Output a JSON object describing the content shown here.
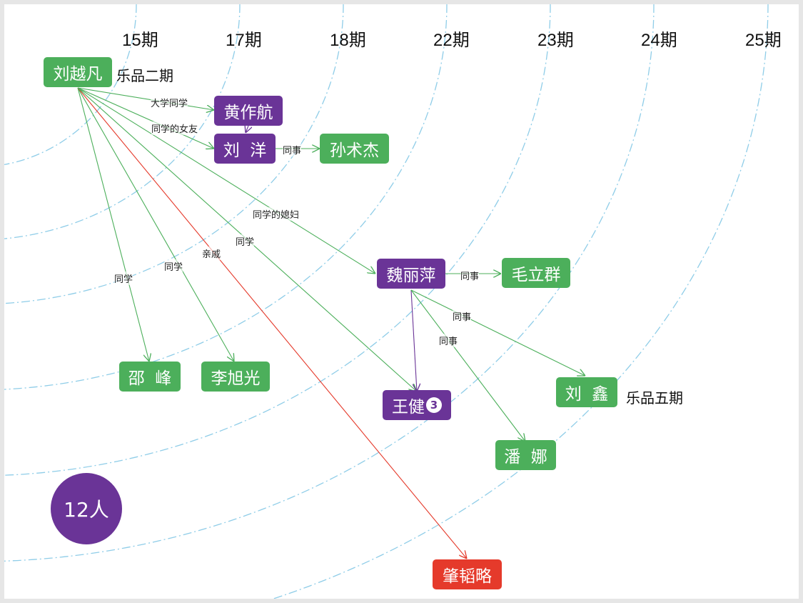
{
  "periods": [
    "15期",
    "17期",
    "18期",
    "22期",
    "23期",
    "24期",
    "25期"
  ],
  "nodes": {
    "liuyuefan": {
      "label": "刘越凡",
      "note": "乐品二期"
    },
    "huangzuohang": {
      "label": "黄作航"
    },
    "liuyang": {
      "label": "刘  洋"
    },
    "sunshujie": {
      "label": "孙术杰"
    },
    "weiliping": {
      "label": "魏丽萍"
    },
    "maoliqun": {
      "label": "毛立群"
    },
    "shaofeng": {
      "label": "邵  峰"
    },
    "lixuguang": {
      "label": "李旭光"
    },
    "wangjian": {
      "label": "王健",
      "badge": "3"
    },
    "liuxin": {
      "label": "刘  鑫",
      "note": "乐品五期"
    },
    "panna": {
      "label": "潘  娜"
    },
    "zhaotaolue": {
      "label": "肇韬略"
    }
  },
  "edges": {
    "e1": "大学同学",
    "e2": "同学的女友",
    "e3": "同事",
    "e4": "同学的媳妇",
    "e5": "同学",
    "e6": "亲戚",
    "e7": "同学",
    "e8": "同学",
    "e9": "同事",
    "e10": "同事",
    "e11": "同事"
  },
  "count_label": "12人",
  "colors": {
    "green": "#4caf5b",
    "purple": "#6a3497",
    "red": "#e53a2b",
    "arc": "#8fcde8"
  }
}
